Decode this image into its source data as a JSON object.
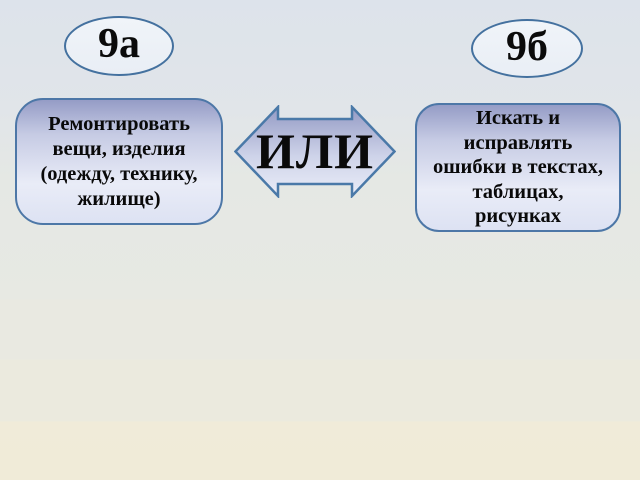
{
  "slide": {
    "groups": [
      {
        "label": "9а",
        "task_lines": [
          "Ремонтировать",
          "вещи, изделия",
          "(одежду, технику,",
          "жилище)"
        ]
      },
      {
        "label": "9б",
        "task_lines": [
          "Искать и",
          "исправлять",
          "ошибки в текстах,",
          "таблицах,",
          "рисунках"
        ]
      }
    ],
    "connector": {
      "label": "ИЛИ"
    },
    "colors": {
      "shape_border": "#4d77a7",
      "ellipse_border": "#44719f",
      "shape_gradient_top": "#959cc6",
      "shape_gradient_bottom": "#dde2f3",
      "ellipse_fill": "#eceff6",
      "background_top": "#dde3eb",
      "background_bottom": "#f0ebd8",
      "text": "#0a0a0a"
    }
  }
}
